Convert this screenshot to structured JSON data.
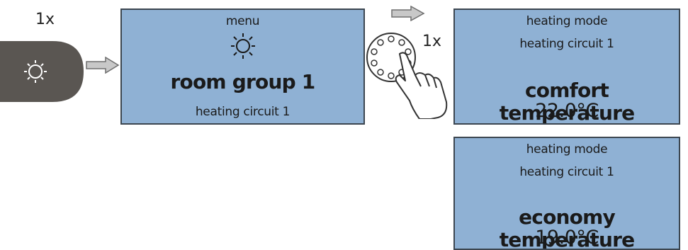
{
  "button_step": {
    "count_label": "1x",
    "icon": "sun-icon",
    "colors": {
      "button": "#5a5652",
      "icon": "#ffffff"
    }
  },
  "knob_step": {
    "count_label": "1x",
    "icon": "rotary-knob-icon"
  },
  "menu_display": {
    "header": "menu",
    "icon": "sun-icon",
    "title": "room group 1",
    "subtitle": "heating circuit 1"
  },
  "comfort_display": {
    "line1": "heating mode",
    "line2": "heating circuit 1",
    "title": "comfort temperature",
    "value": "22.0°C"
  },
  "economy_display": {
    "line1": "heating mode",
    "line2": "heating circuit 1",
    "title": "economy temperature",
    "value": "19.0°C"
  },
  "colors": {
    "display_bg": "#8fb1d4",
    "display_border": "#3c4650",
    "arrow_fill": "#c8c8c8",
    "arrow_stroke": "#6e6e6e"
  }
}
